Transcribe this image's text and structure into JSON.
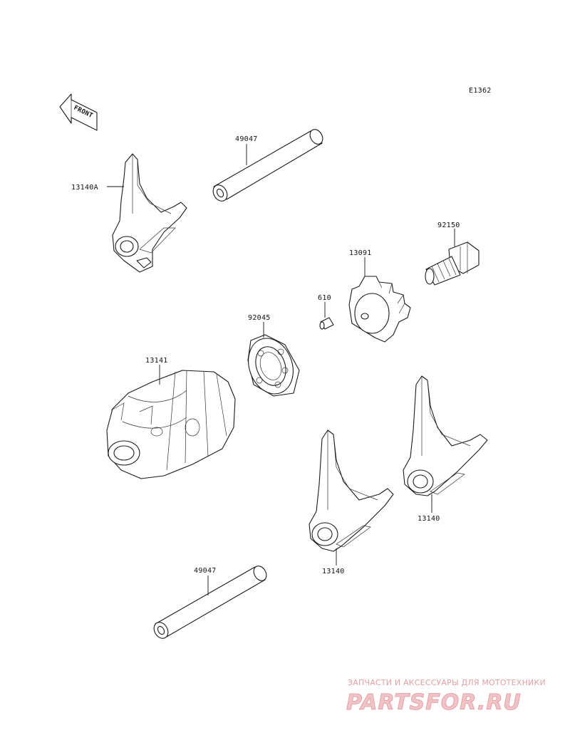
{
  "diagram": {
    "code": "E1362",
    "front_label": "FRONT",
    "parts": [
      {
        "id": "pin-upper",
        "number": "49047"
      },
      {
        "id": "fork-a",
        "number": "13140A"
      },
      {
        "id": "bolt",
        "number": "92150"
      },
      {
        "id": "holder",
        "number": "13091"
      },
      {
        "id": "dowel",
        "number": "610"
      },
      {
        "id": "bearing",
        "number": "92045"
      },
      {
        "id": "drum",
        "number": "13141"
      },
      {
        "id": "fork-right",
        "number": "13140"
      },
      {
        "id": "fork-center",
        "number": "13140"
      },
      {
        "id": "pin-lower",
        "number": "49047"
      }
    ]
  },
  "watermark": {
    "subtitle": "ЗАПЧАСТИ И АКСЕССУАРЫ ДЛЯ МОТОТЕХНИКИ",
    "brand": "PARTSFOR.RU",
    "colors": {
      "text": "#e1a0a4",
      "brand_fill": "#f0c4c6"
    }
  }
}
